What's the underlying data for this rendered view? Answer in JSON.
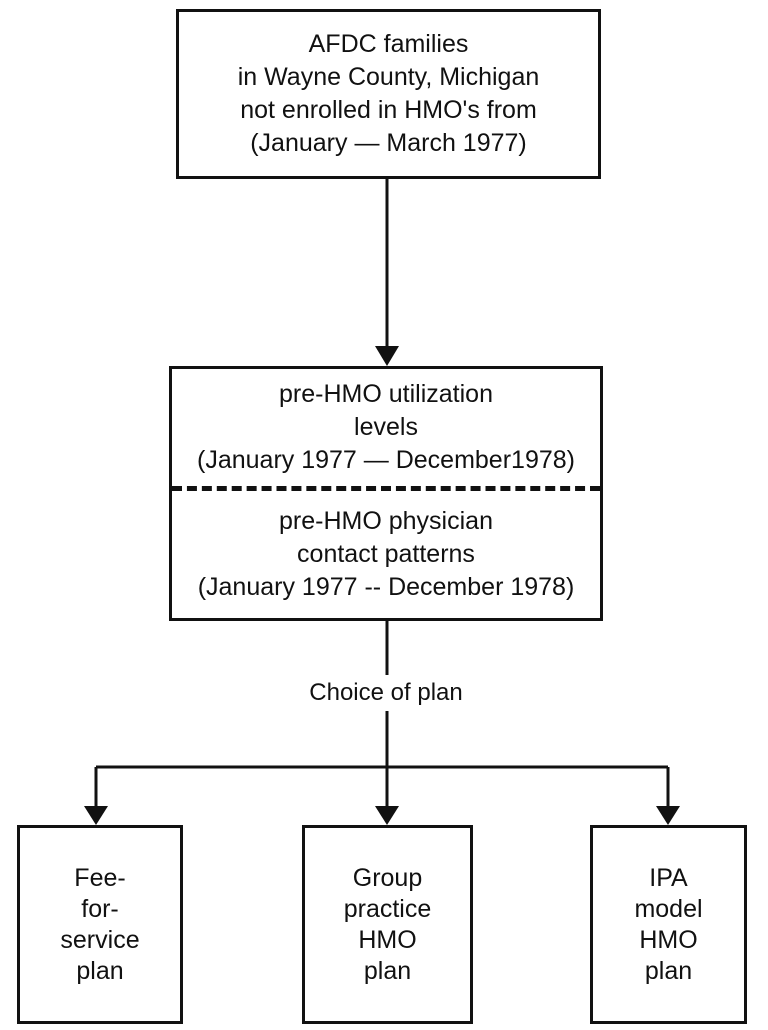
{
  "diagram": {
    "top_box": {
      "lines": [
        "AFDC families",
        "in Wayne County, Michigan",
        "not enrolled in HMO's from",
        "(January — March 1977)"
      ]
    },
    "middle_box": {
      "upper_lines": [
        "pre-HMO utilization",
        "levels",
        "(January 1977 — December1978)"
      ],
      "lower_lines": [
        "pre-HMO physician",
        "contact patterns",
        "(January 1977 -- December 1978)"
      ]
    },
    "choice_label": "Choice of plan",
    "plans": [
      {
        "lines": [
          "Fee-",
          "for-",
          "service",
          "plan"
        ]
      },
      {
        "lines": [
          "Group",
          "practice",
          "HMO",
          "plan"
        ]
      },
      {
        "lines": [
          "IPA",
          "model",
          "HMO",
          "plan"
        ]
      }
    ]
  },
  "colors": {
    "ink": "#111111",
    "background": "#ffffff"
  }
}
